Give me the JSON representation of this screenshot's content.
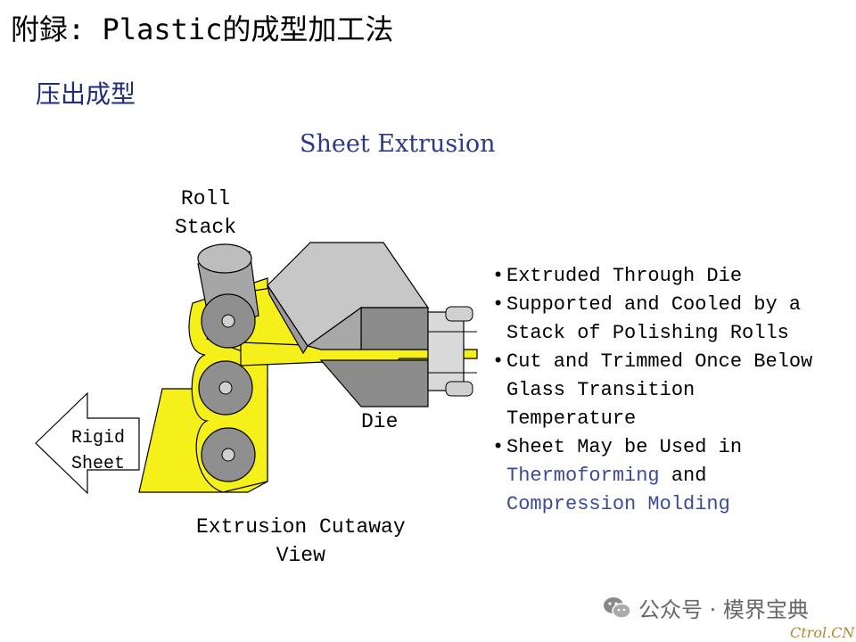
{
  "page_title": "附録: Plastic的成型加工法",
  "section_title": "压出成型",
  "diagram": {
    "title": "Sheet Extrusion",
    "roll_stack_label": [
      "Roll",
      "Stack"
    ],
    "die_label": "Die",
    "rigid_sheet_label": [
      "Rigid",
      "Sheet"
    ],
    "cutaway_label": [
      "Extrusion Cutaway",
      "View"
    ]
  },
  "bullets": [
    {
      "lines": [
        "Extruded Through Die"
      ]
    },
    {
      "lines": [
        "Supported and Cooled by a",
        "Stack of Polishing Rolls"
      ]
    },
    {
      "lines": [
        "Cut and Trimmed Once Below",
        "Glass Transition",
        "Temperature"
      ]
    },
    {
      "lines": [
        "Sheet May be Used in",
        "Thermoforming and",
        "Compression Molding"
      ]
    }
  ],
  "bullet_highlights": [
    "Thermoforming",
    "Compression Molding"
  ],
  "watermark": "公众号 · 模界宝典",
  "corner_mark": "Ctrol.CN",
  "colors": {
    "sheet_yellow": "#f5ef1a",
    "die_gray": "#8c8c8c",
    "roll_gray": "#a6a6a6",
    "title_blue": "#2b3a8a"
  },
  "icons": {
    "wechat": "wechat-icon"
  }
}
